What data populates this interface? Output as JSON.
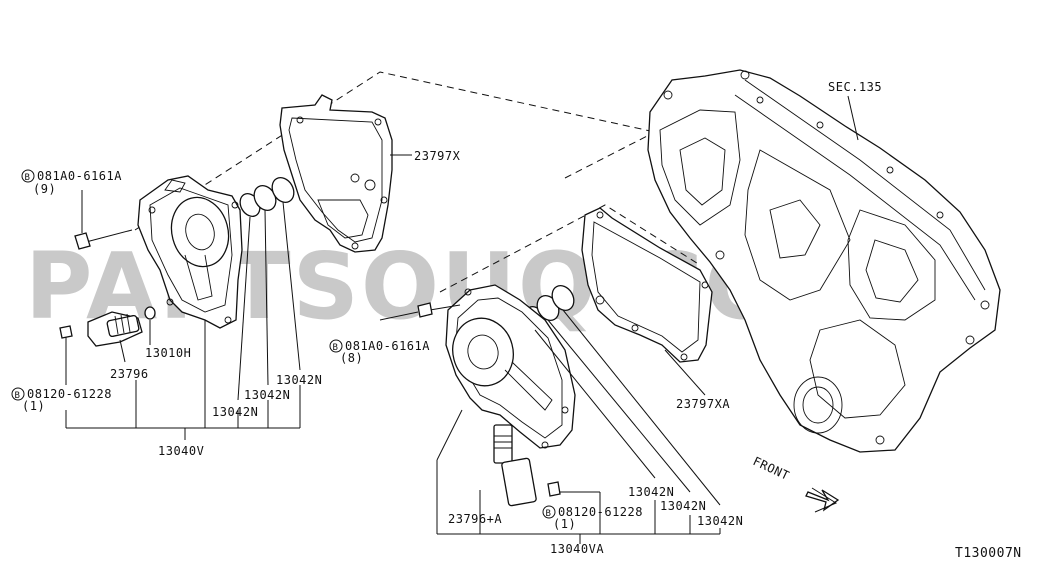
{
  "diagram": {
    "watermark": "PARTSOUQ.COM",
    "code": "T130007N",
    "front_label": "FRONT",
    "sec_label": "SEC.135",
    "labels_left": {
      "bolt_ref": "081A0-6161A",
      "bolt_qty": "(9)",
      "gasket": "23797X",
      "seal_a": "13010H",
      "solenoid": "23796",
      "oring_1": "13042N",
      "oring_2": "13042N",
      "oring_3": "13042N",
      "bolt2_ref": "08120-61228",
      "bolt2_qty": "(1)",
      "assembly": "13040V"
    },
    "labels_right": {
      "bolt_ref": "081A0-6161A",
      "bolt_qty": "(8)",
      "gasket": "23797XA",
      "solenoid": "23796+A",
      "oring_1": "13042N",
      "oring_2": "13042N",
      "oring_3": "13042N",
      "bolt2_ref": "08120-61228",
      "bolt2_qty": "(1)",
      "assembly": "13040VA"
    },
    "bolt_marker": "B"
  }
}
